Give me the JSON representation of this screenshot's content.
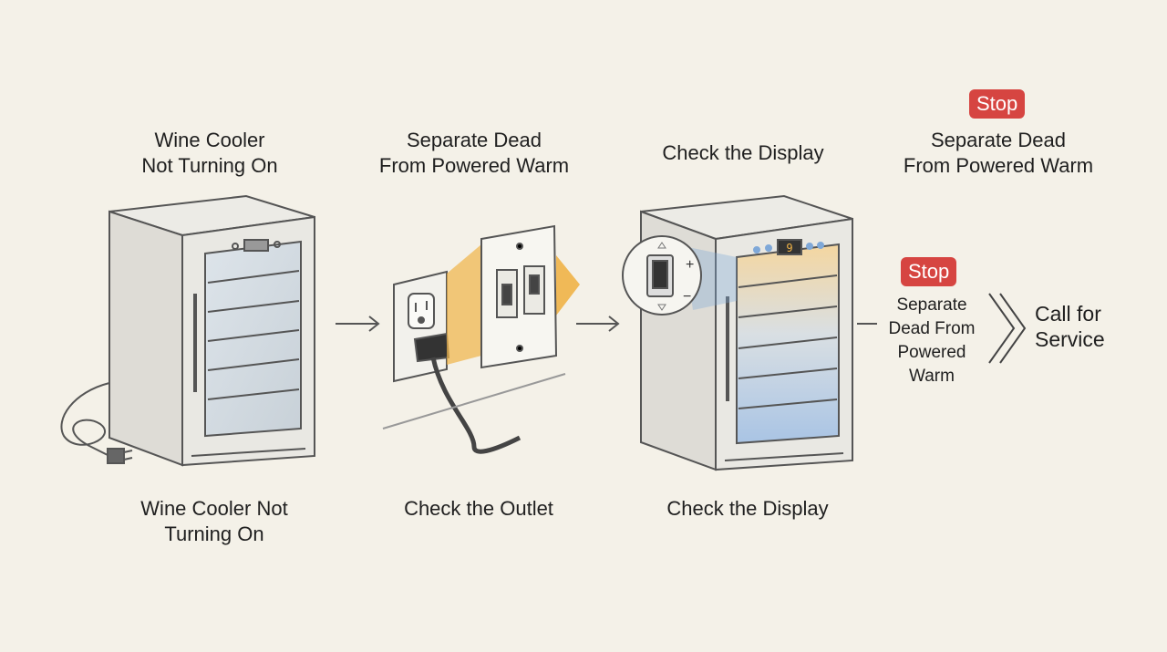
{
  "labels": {
    "top1": "Wine Cooler\nNot Turning On",
    "top2": "Separate Dead\nFrom Powered Warm",
    "top3": "Check the Display",
    "top4": "Separate Dead\nFrom Powered Warm",
    "bottom1": "Wine Cooler Not\nTurning On",
    "bottom2": "Check the Outlet",
    "bottom3": "Check the Display",
    "mid_side": "Separate\nDead From\nPowered\nWarm",
    "service": "Call for\nService"
  },
  "badges": {
    "stop_top": "Stop",
    "stop_mid": "Stop"
  },
  "display_readout": "9",
  "switch_symbols": {
    "plus": "+",
    "minus": "−"
  },
  "colors": {
    "background": "#f4f1e8",
    "stop": "#d64541",
    "warm": "#f0b347",
    "cool": "#7fa8d8",
    "line": "#555555"
  }
}
